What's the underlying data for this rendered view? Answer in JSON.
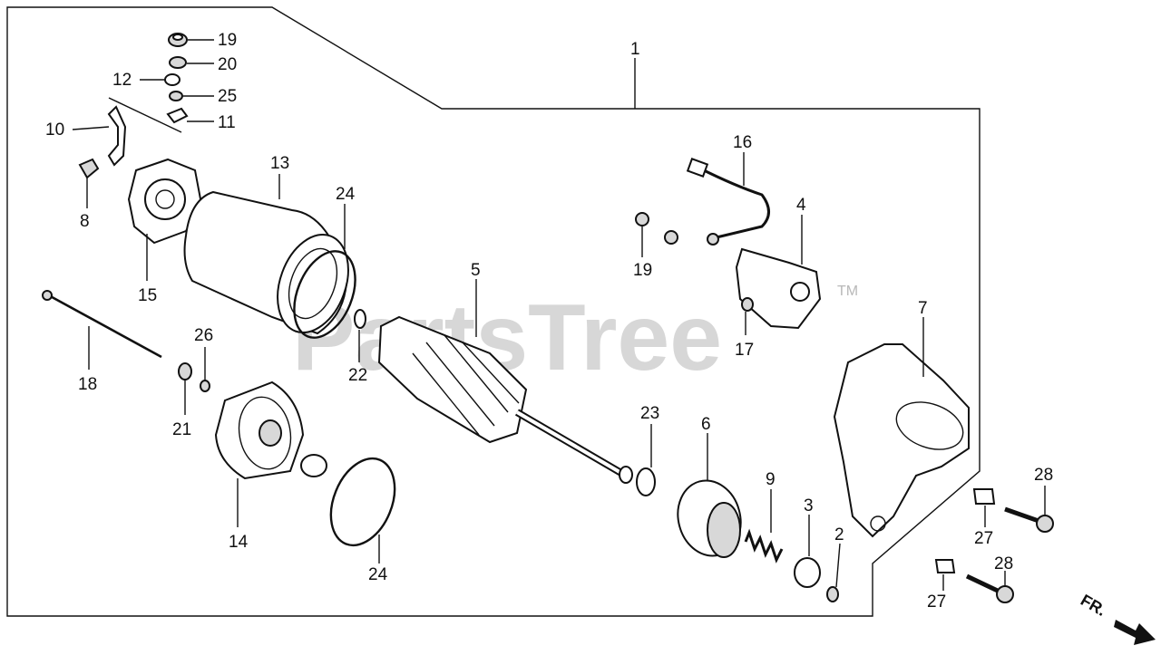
{
  "watermark": {
    "text": "PartsTree",
    "trademark": "TM"
  },
  "direction_label": "FR.",
  "callouts": [
    {
      "id": "c19a",
      "text": "19"
    },
    {
      "id": "c20",
      "text": "20"
    },
    {
      "id": "c12",
      "text": "12"
    },
    {
      "id": "c25",
      "text": "25"
    },
    {
      "id": "c10",
      "text": "10"
    },
    {
      "id": "c11",
      "text": "11"
    },
    {
      "id": "c8",
      "text": "8"
    },
    {
      "id": "c13",
      "text": "13"
    },
    {
      "id": "c24a",
      "text": "24"
    },
    {
      "id": "c15",
      "text": "15"
    },
    {
      "id": "c18",
      "text": "18"
    },
    {
      "id": "c26",
      "text": "26"
    },
    {
      "id": "c21",
      "text": "21"
    },
    {
      "id": "c22",
      "text": "22"
    },
    {
      "id": "c5",
      "text": "5"
    },
    {
      "id": "c14",
      "text": "14"
    },
    {
      "id": "c24b",
      "text": "24"
    },
    {
      "id": "c1",
      "text": "1"
    },
    {
      "id": "c16",
      "text": "16"
    },
    {
      "id": "c4",
      "text": "4"
    },
    {
      "id": "c19b",
      "text": "19"
    },
    {
      "id": "c17",
      "text": "17"
    },
    {
      "id": "c7",
      "text": "7"
    },
    {
      "id": "c23",
      "text": "23"
    },
    {
      "id": "c6",
      "text": "6"
    },
    {
      "id": "c9",
      "text": "9"
    },
    {
      "id": "c3",
      "text": "3"
    },
    {
      "id": "c2",
      "text": "2"
    },
    {
      "id": "c28a",
      "text": "28"
    },
    {
      "id": "c27a",
      "text": "27"
    },
    {
      "id": "c28b",
      "text": "28"
    },
    {
      "id": "c27b",
      "text": "27"
    }
  ]
}
